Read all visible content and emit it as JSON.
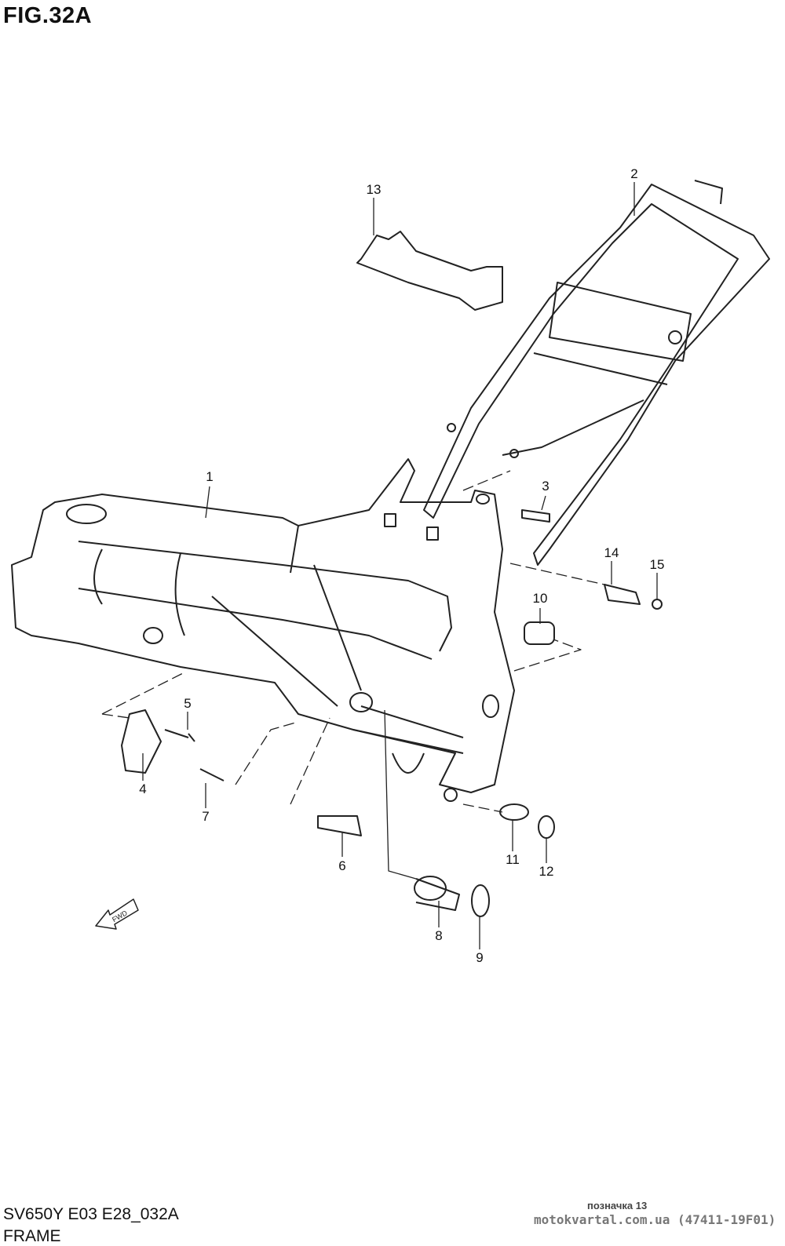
{
  "figure": {
    "title": "FIG.32A"
  },
  "callouts": [
    "1",
    "2",
    "3",
    "4",
    "5",
    "6",
    "7",
    "8",
    "9",
    "10",
    "11",
    "12",
    "13",
    "14",
    "15"
  ],
  "fwd_label": "FWD",
  "footer": {
    "code": "SV650Y E03 E28_032A",
    "title": "FRAME",
    "mark": "позначка 13",
    "site": "motokvartal.com.ua (47411-19F01)"
  }
}
